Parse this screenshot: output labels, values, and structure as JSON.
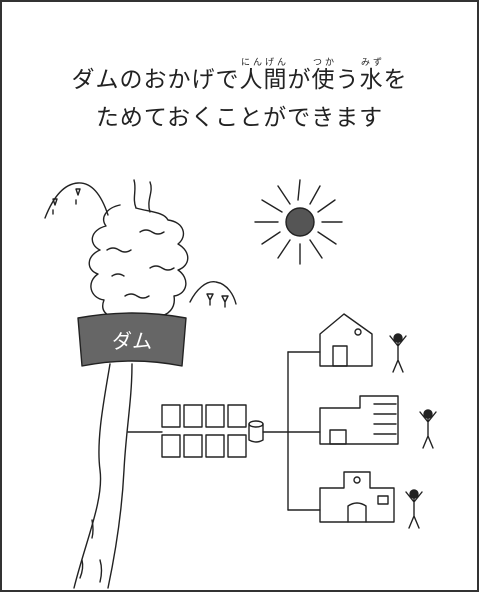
{
  "caption": {
    "line1_a": "ダムのおかげで",
    "kanji_people": "人間",
    "ruby_people": "にんげん",
    "line1_b": "が",
    "kanji_use": "使",
    "ruby_use": "つか",
    "line1_c": "う",
    "kanji_water": "水",
    "ruby_water": "みず",
    "line1_d": "を",
    "line2": "ためておくことができます"
  },
  "dam_label": "ダム",
  "colors": {
    "ink": "#222222",
    "dam_fill": "#666666",
    "dam_text": "#ffffff"
  },
  "icons": [
    "mountain",
    "forest",
    "sun",
    "dam",
    "river",
    "water-treatment-plant",
    "water-tank",
    "house",
    "apartment",
    "school",
    "person"
  ]
}
